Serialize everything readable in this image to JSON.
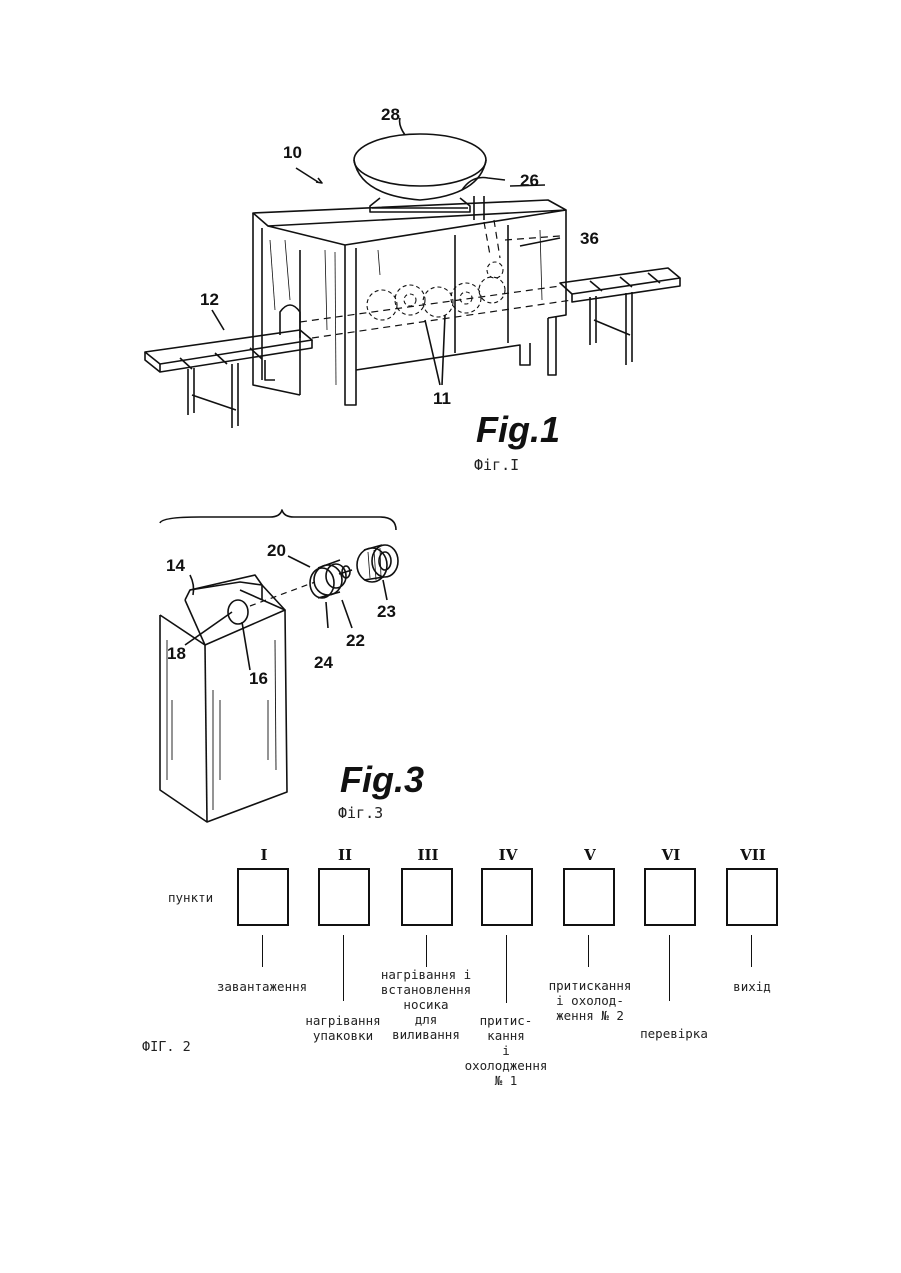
{
  "fig1": {
    "title": "Fig.1",
    "caption": "Фіг.I",
    "refs": {
      "r10": "10",
      "r28": "28",
      "r26": "26",
      "r36": "36",
      "r12": "12",
      "r11": "11"
    }
  },
  "fig3": {
    "title": "Fig.3",
    "caption": "Фіг.3",
    "refs": {
      "r20": "20",
      "r14": "14",
      "r23": "23",
      "r22": "22",
      "r24": "24",
      "r18": "18",
      "r16": "16"
    }
  },
  "fig2": {
    "caption": "ФІГ. 2",
    "row_label": "пункти",
    "stations": [
      {
        "numeral": "I",
        "lines": [
          "завантаження"
        ]
      },
      {
        "numeral": "II",
        "lines": [
          "нагрівання",
          "упаковки"
        ]
      },
      {
        "numeral": "III",
        "lines": [
          "нагрівання і",
          "встановлення",
          "носика",
          "для",
          "виливання"
        ]
      },
      {
        "numeral": "IV",
        "lines": [
          "притис-",
          "кання",
          "і",
          "охолодження",
          "№ 1"
        ]
      },
      {
        "numeral": "V",
        "lines": [
          "притискання",
          "і охолод-",
          "ження № 2"
        ]
      },
      {
        "numeral": "VI",
        "lines": [
          "перевірка"
        ]
      },
      {
        "numeral": "VII",
        "lines": [
          "вихід"
        ]
      }
    ]
  }
}
